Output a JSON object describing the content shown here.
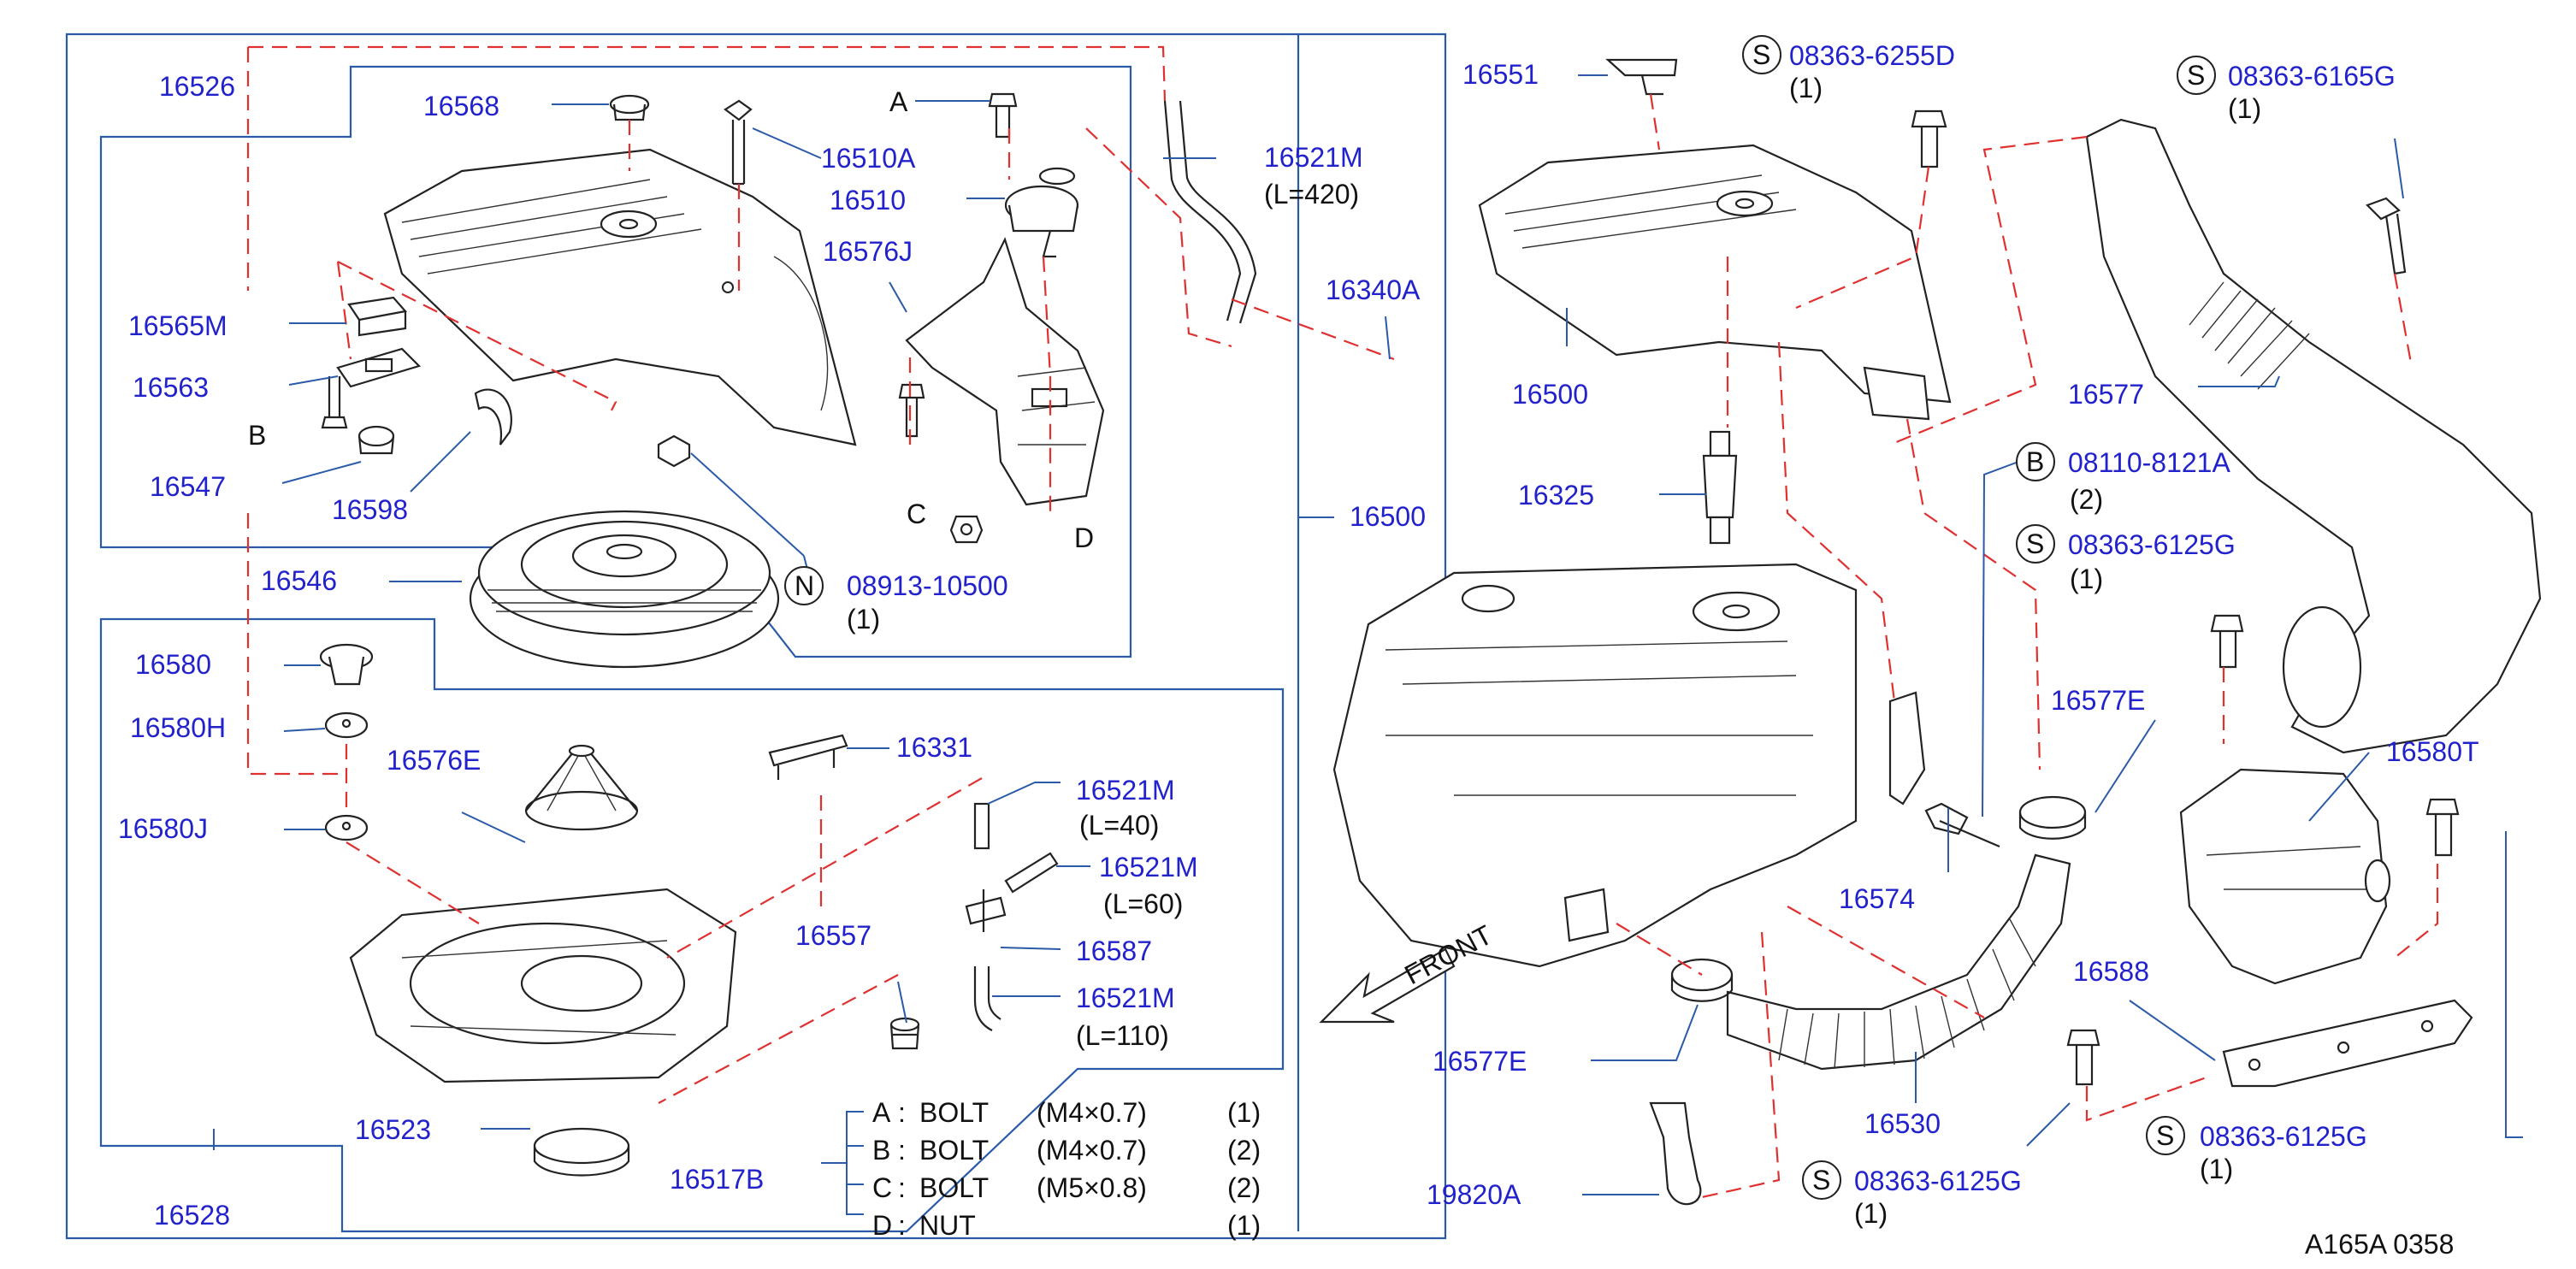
{
  "parts": {
    "p16526": "16526",
    "p16568": "16568",
    "p16510A": "16510A",
    "A": "A",
    "p16510": "16510",
    "p16521M_top": "16521M",
    "l420": "(L=420)",
    "p16576J": "16576J",
    "p16565M": "16565M",
    "p16563": "16563",
    "B": "B",
    "p16547": "16547",
    "p16598": "16598",
    "C": "C",
    "D": "D",
    "p16340A": "16340A",
    "p16500_mid": "16500",
    "N": "N",
    "n08913": "08913-10500",
    "q1_n": "(1)",
    "p16546": "16546",
    "p16580": "16580",
    "p16580H": "16580H",
    "p16576E": "16576E",
    "p16331": "16331",
    "p16580J": "16580J",
    "p16521M_a": "16521M",
    "l40": "(L=40)",
    "p16521M_b": "16521M",
    "l60": "(L=60)",
    "p16557": "16557",
    "p16587": "16587",
    "p16521M_c": "16521M",
    "l110": "(L=110)",
    "p16523": "16523",
    "p16517B": "16517B",
    "p16528": "16528",
    "p16551": "16551",
    "S1": "S",
    "s6255D": "08363-6255D",
    "q1_s1": "(1)",
    "S2": "S",
    "s6165G": "08363-6165G",
    "q1_s2": "(1)",
    "p16500_right": "16500",
    "p16577": "16577",
    "p16325": "16325",
    "B2": "B",
    "b8121A": "08110-8121A",
    "q2_b": "(2)",
    "S3": "S",
    "s6125G_a": "08363-6125G",
    "q1_s3": "(1)",
    "p16577E_r": "16577E",
    "p16580T": "16580T",
    "p16574": "16574",
    "front": "FRONT",
    "p16588": "16588",
    "p16577E_l": "16577E",
    "p16530": "16530",
    "S4": "S",
    "s6125G_b": "08363-6125G",
    "q1_s4": "(1)",
    "S5": "S",
    "s6125G_c": "08363-6125G",
    "q1_s5": "(1)",
    "p19820A": "19820A",
    "code": "A165A  0358"
  },
  "legend": [
    {
      "key": "A",
      "sep": ":",
      "name": "BOLT",
      "size": "(M4×0.7)",
      "qty": "(1)"
    },
    {
      "key": "B",
      "sep": ":",
      "name": "BOLT",
      "size": "(M4×0.7)",
      "qty": "(2)"
    },
    {
      "key": "C",
      "sep": ":",
      "name": "BOLT",
      "size": "(M5×0.8)",
      "qty": "(2)"
    },
    {
      "key": "D",
      "sep": ":",
      "name": "NUT",
      "size": "",
      "qty": "(1)"
    }
  ],
  "colors": {
    "label": "#2222cc",
    "leader": "#2a5aa8",
    "phantom_line": "#e03030",
    "line_art": "#222222"
  }
}
